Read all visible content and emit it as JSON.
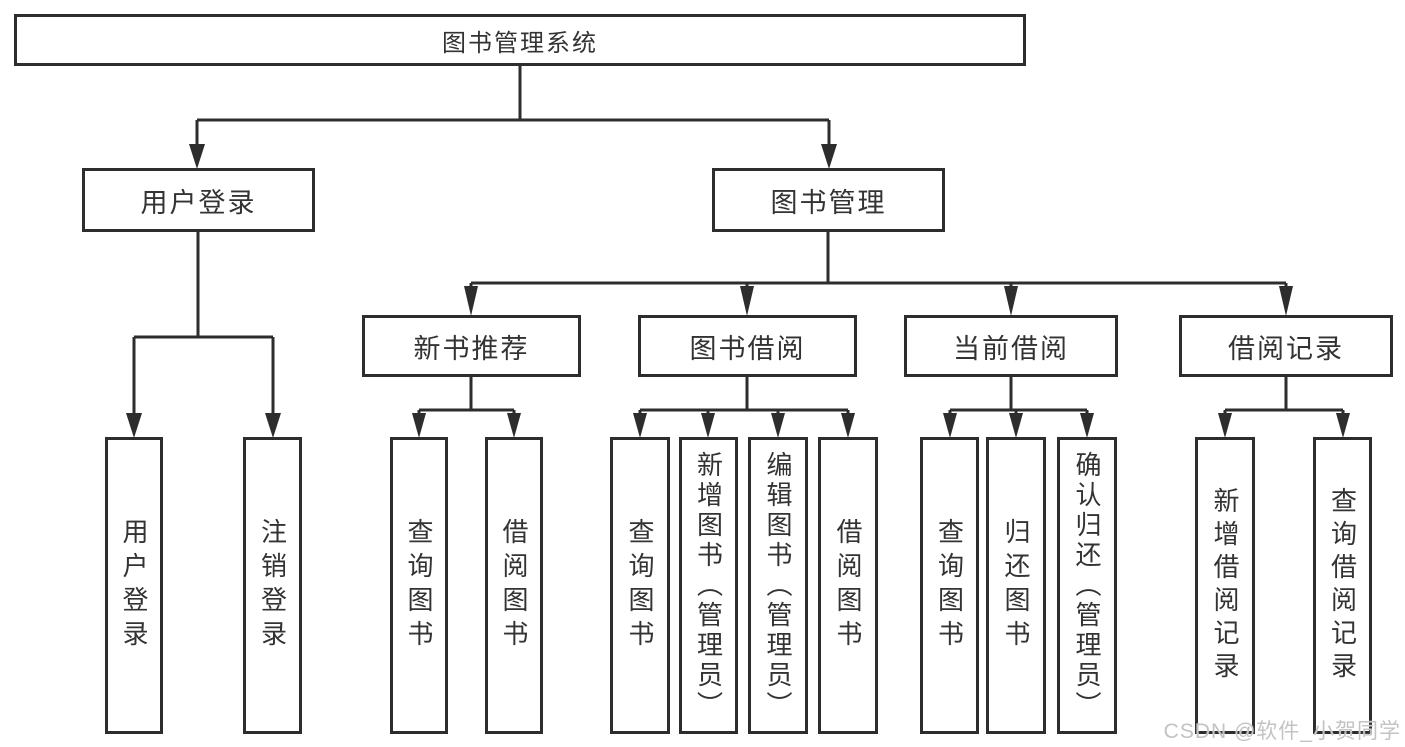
{
  "tree": {
    "root": {
      "label": "图书管理系统"
    },
    "branches": [
      {
        "label": "用户登录",
        "children": [
          {
            "label": "用户登录"
          },
          {
            "label": "注销登录"
          }
        ]
      },
      {
        "label": "图书管理",
        "children": [
          {
            "label": "新书推荐",
            "children": [
              {
                "label": "查询图书"
              },
              {
                "label": "借阅图书"
              }
            ]
          },
          {
            "label": "图书借阅",
            "children": [
              {
                "label": "查询图书"
              },
              {
                "label": "新增图书（管理员）"
              },
              {
                "label": "编辑图书（管理员）"
              },
              {
                "label": "借阅图书"
              }
            ]
          },
          {
            "label": "当前借阅",
            "children": [
              {
                "label": "查询图书"
              },
              {
                "label": "归还图书"
              },
              {
                "label": "确认归还（管理员）"
              }
            ]
          },
          {
            "label": "借阅记录",
            "children": [
              {
                "label": "新增借阅记录"
              },
              {
                "label": "查询借阅记录"
              }
            ]
          }
        ]
      }
    ]
  },
  "watermark": {
    "text": "CSDN @软件_小贺同学"
  },
  "colors": {
    "line": "#2d2d2d",
    "text": "#333333",
    "background": "#ffffff",
    "watermark": "#c3c3c3"
  }
}
